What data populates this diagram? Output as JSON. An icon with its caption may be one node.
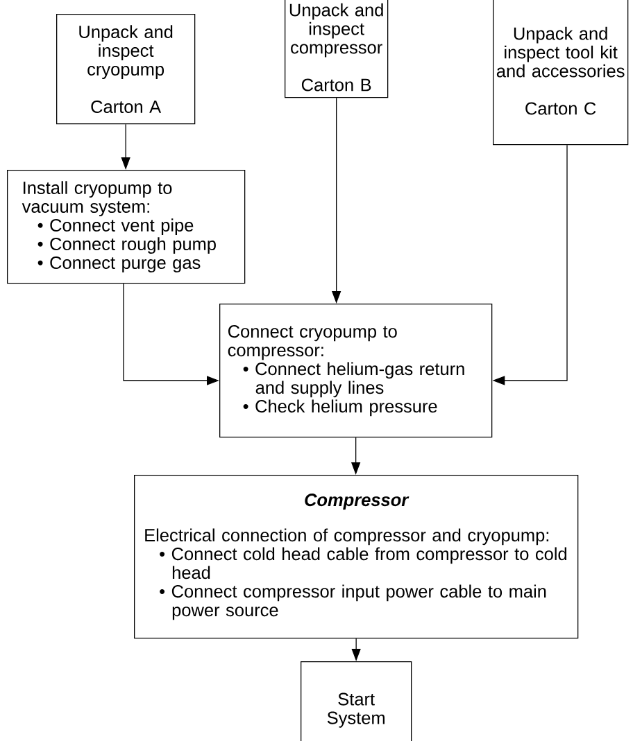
{
  "diagram": {
    "nodes": [
      {
        "text": [
          "Unpack and inspect cryopump",
          "Carton A"
        ]
      },
      {
        "text": [
          "Unpack and inspect compressor",
          "Carton B"
        ]
      },
      {
        "text": [
          "Unpack and inspect tool kit and accessories",
          "Carton C"
        ]
      },
      {
        "text": [
          "Install cryopump to vacuum system:",
          "• Connect vent pipe",
          "• Connect rough pump",
          "• Connect purge gas"
        ]
      },
      {
        "text": [
          "Connect cryopump to compressor:",
          "• Connect helium-gas return and supply lines",
          "• Check helium pressure"
        ]
      },
      {
        "text": [
          "Compressor",
          "Electrical connection of compressor and cryopump:",
          "• Connect cold head cable from compressor to cold head",
          "• Connect compressor input power cable to main power source"
        ]
      },
      {
        "text": [
          "Start System"
        ]
      }
    ],
    "edges": [
      {
        "from": 0,
        "to": 3,
        "arrow": "to"
      },
      {
        "from": 1,
        "to": 4,
        "arrow": "to"
      },
      {
        "from": 3,
        "to": 4,
        "arrow": "to"
      },
      {
        "from": 2,
        "to": 4,
        "arrow": "to"
      },
      {
        "from": 4,
        "to": 5,
        "arrow": "to"
      },
      {
        "from": 5,
        "to": 6,
        "arrow": "to"
      }
    ]
  }
}
